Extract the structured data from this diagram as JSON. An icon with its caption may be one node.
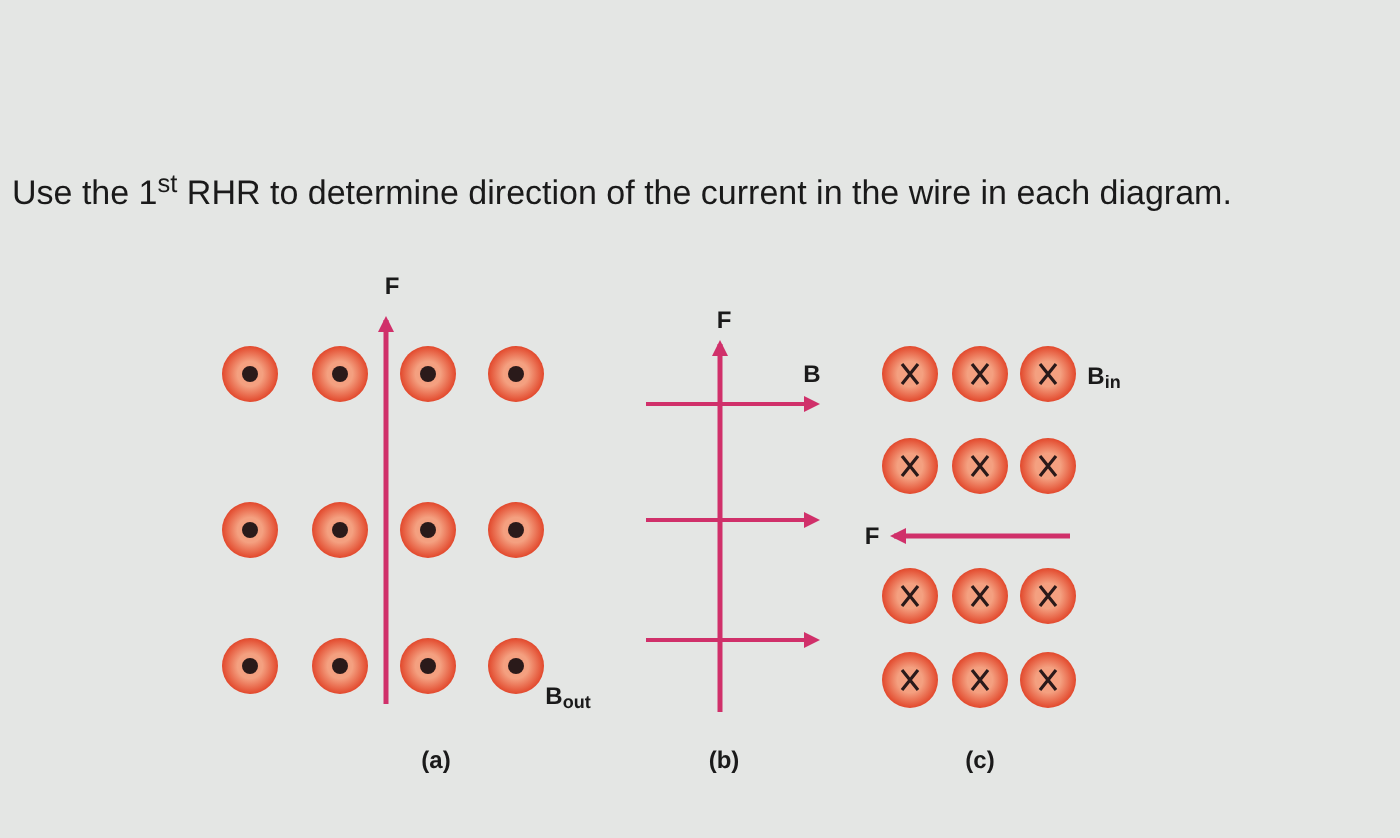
{
  "diagram": {
    "title": "Use the 1$^{st}$ RHR to determine direction of the current in the wire in each diagram.",
    "labels": [
      "F",
      "B$_{out}$",
      "(a)",
      "F",
      "B",
      "(b)",
      "B$_{in}$",
      "F",
      "(c)"
    ]
  }
}
